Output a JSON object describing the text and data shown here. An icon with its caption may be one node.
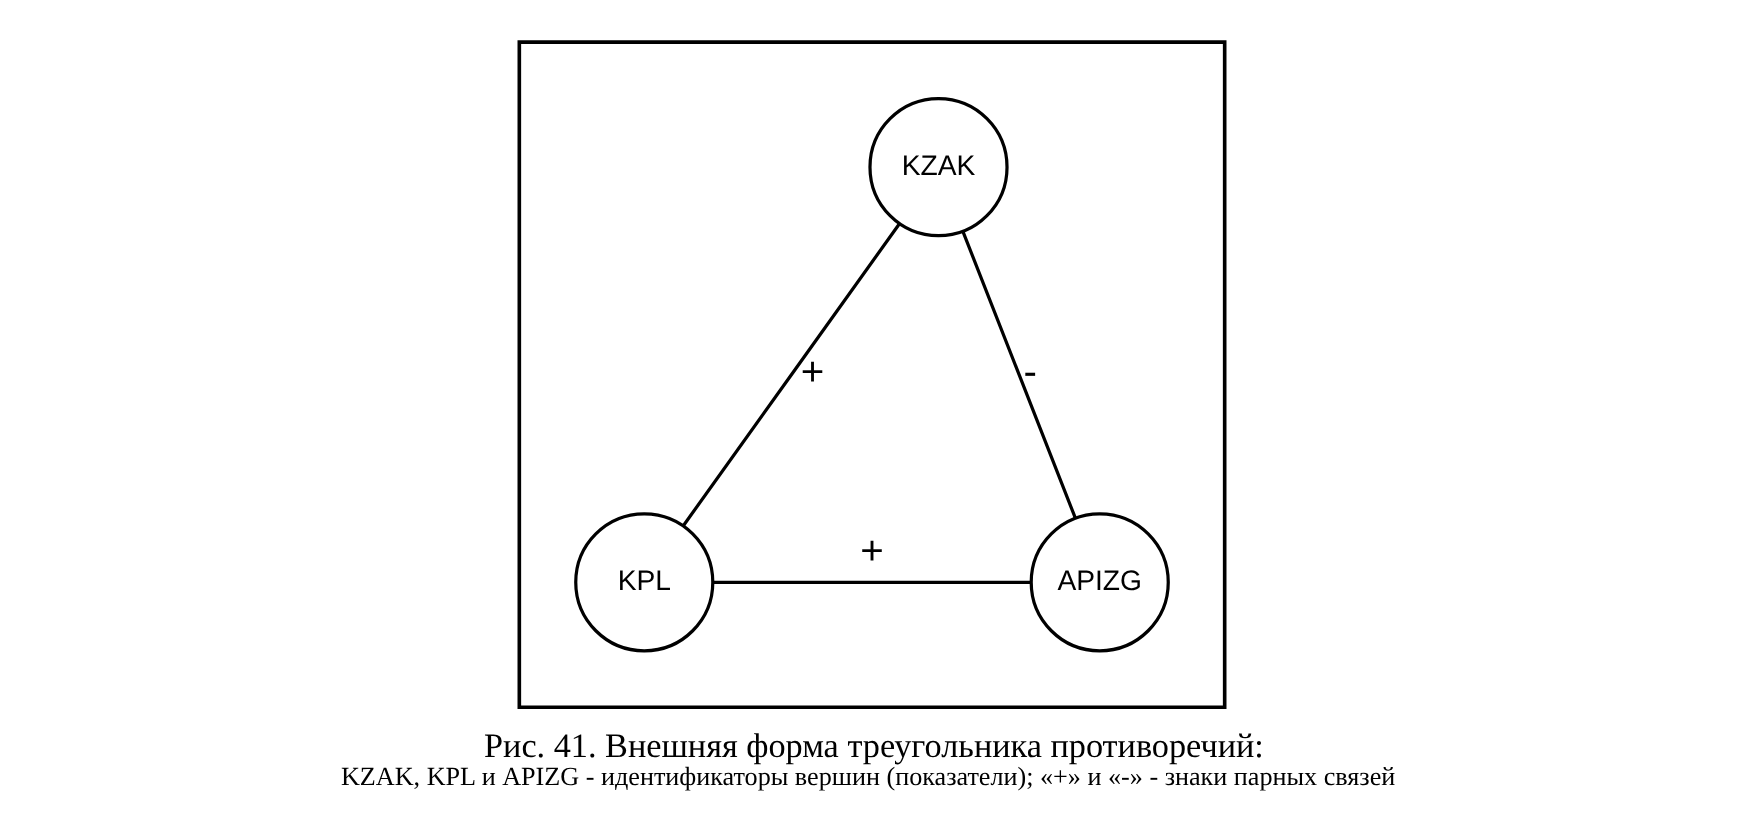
{
  "diagram": {
    "caption": "Рис. 41. Внешняя форма треугольника противоречий: KZAK, KPL и APIZG - идентификаторы вершин (показатели); «+» и «-» - знаки парных связей",
    "nodes": [
      {
        "text": [],
        "shape": "box"
      },
      {
        "text": [
          "KZAK"
        ],
        "in": 0
      },
      {
        "text": [
          "KPL"
        ],
        "in": 0
      },
      {
        "text": [
          "APIZG"
        ],
        "in": 0
      }
    ],
    "edges": [
      {
        "from": 1,
        "to": 2,
        "arrow": "none",
        "label": "+"
      },
      {
        "from": 1,
        "to": 3,
        "arrow": "none",
        "label": "-"
      },
      {
        "from": 2,
        "to": 3,
        "arrow": "none",
        "label": "+"
      }
    ]
  }
}
